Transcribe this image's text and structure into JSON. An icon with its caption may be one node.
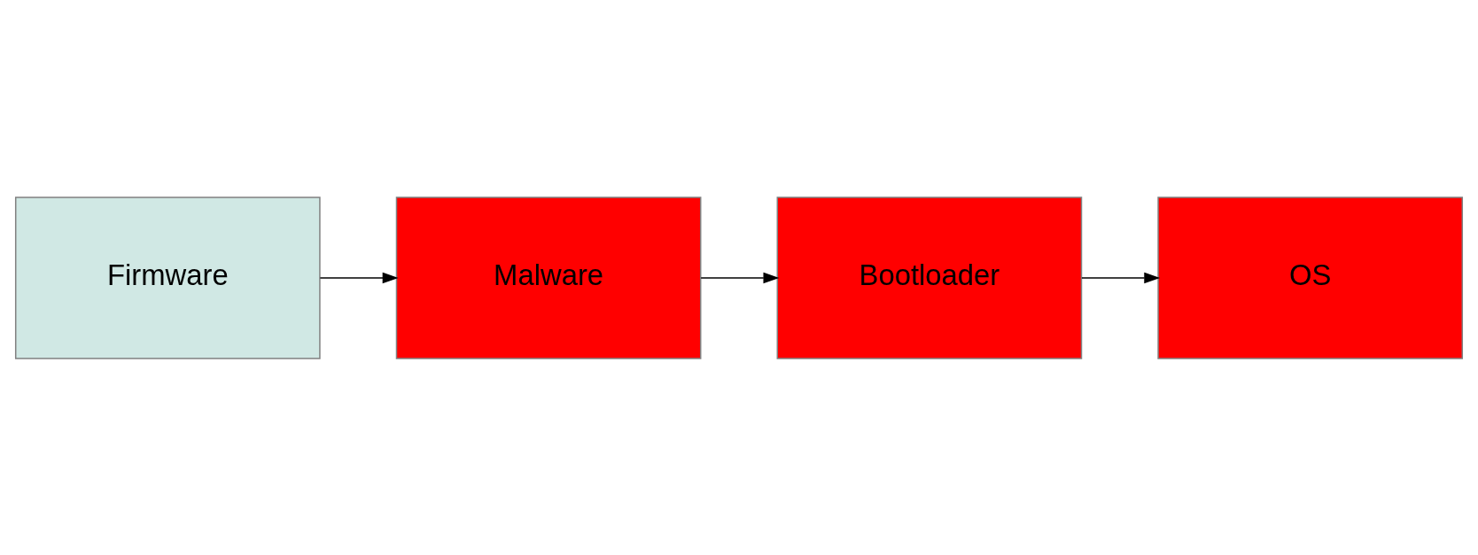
{
  "diagram": {
    "nodes": [
      {
        "text": [
          "Firmware"
        ]
      },
      {
        "text": [
          "Bootloader"
        ]
      },
      {
        "text": [
          "OS"
        ]
      },
      {
        "text": [
          "Malware"
        ]
      }
    ],
    "edges": [
      {
        "from": 0,
        "to": 3,
        "arrow": "to"
      },
      {
        "from": 3,
        "to": 1,
        "arrow": "to"
      },
      {
        "from": 1,
        "to": 2,
        "arrow": "to"
      }
    ]
  }
}
